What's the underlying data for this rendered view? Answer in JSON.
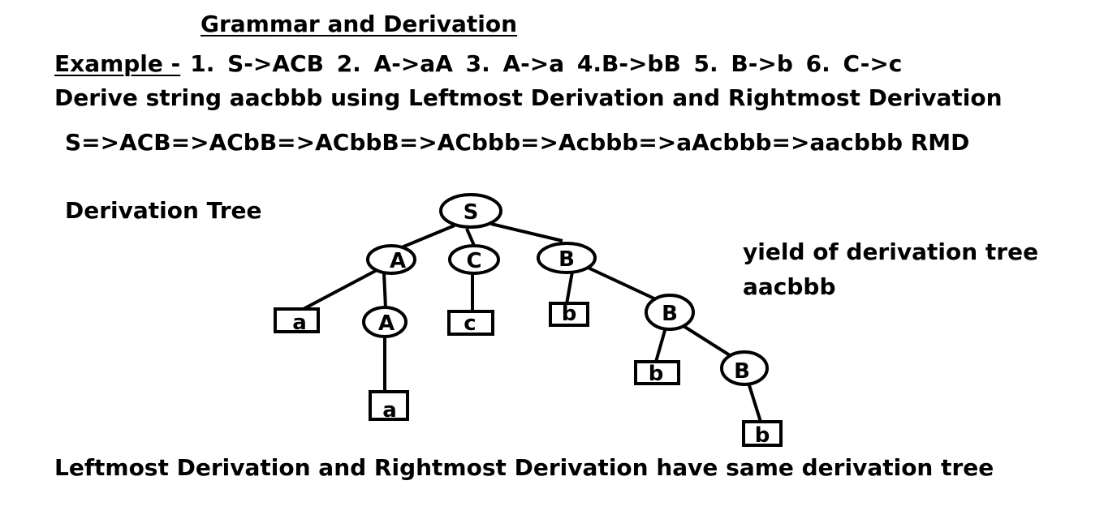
{
  "title": "Grammar and Derivation",
  "example": {
    "label": "Example -",
    "rules": "1. S->ACB 2. A->aA 3. A->a 4.B->bB 5. B->b 6. C->c"
  },
  "task": "Derive  string aacbbb using Leftmost Derivation and Rightmost Derivation",
  "rmd": "S=>ACB=>ACbB=>ACbbB=>ACbbb=>Acbbb=>aAcbbb=>aacbbb RMD",
  "tree": {
    "heading": "Derivation Tree",
    "nodes": {
      "root": "S",
      "a1": "A",
      "c1": "C",
      "b1": "B",
      "a2": "A",
      "b2": "B",
      "b3": "B",
      "leaf_a1": "a",
      "leaf_a2": "a",
      "leaf_c": "c",
      "leaf_b1": "b",
      "leaf_b2": "b",
      "leaf_b3": "b"
    }
  },
  "yield": {
    "label": "yield of derivation tree",
    "value": "aacbbb"
  },
  "conclusion": "Leftmost Derivation and Rightmost Derivation have same derivation tree"
}
